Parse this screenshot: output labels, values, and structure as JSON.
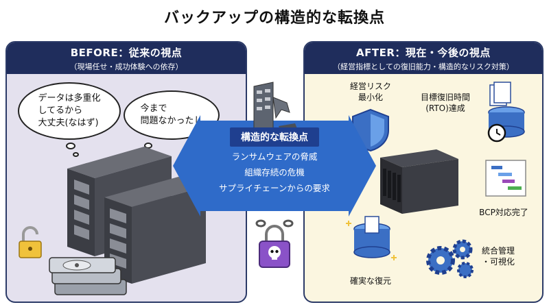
{
  "title": "バックアップの構造的な転換点",
  "before": {
    "heading": "BEFORE：従来の視点",
    "subheading": "（現場任せ・成功体験への依存）",
    "bubble1_line1": "データは多重化",
    "bubble1_line2": "してるから",
    "bubble1_line3": "大丈夫(なはず)",
    "bubble2_line1": "今まで",
    "bubble2_line2": "問題なかったし"
  },
  "center": {
    "badge": "構造的な転換点",
    "line1": "ランサムウェアの脅威",
    "line2": "組織存続の危機",
    "line3": "サプライチェーンからの要求"
  },
  "after": {
    "heading": "AFTER：現在・今後の視点",
    "subheading": "（経営指標としての復旧能力・構造的なリスク対策）",
    "risk_line1": "経営リスク",
    "risk_line2": "最小化",
    "rto_line1": "目標復旧時間",
    "rto_line2": "(RTO)達成",
    "bcp": "BCP対応完了",
    "restore": "確実な復元",
    "manage_line1": "統合管理",
    "manage_line2": "・可視化"
  },
  "colors": {
    "navy": "#1f2d5c",
    "arrow_blue": "#2f6bc9",
    "before_bg": "#e4e1ee",
    "after_bg": "#fbf6e0"
  }
}
